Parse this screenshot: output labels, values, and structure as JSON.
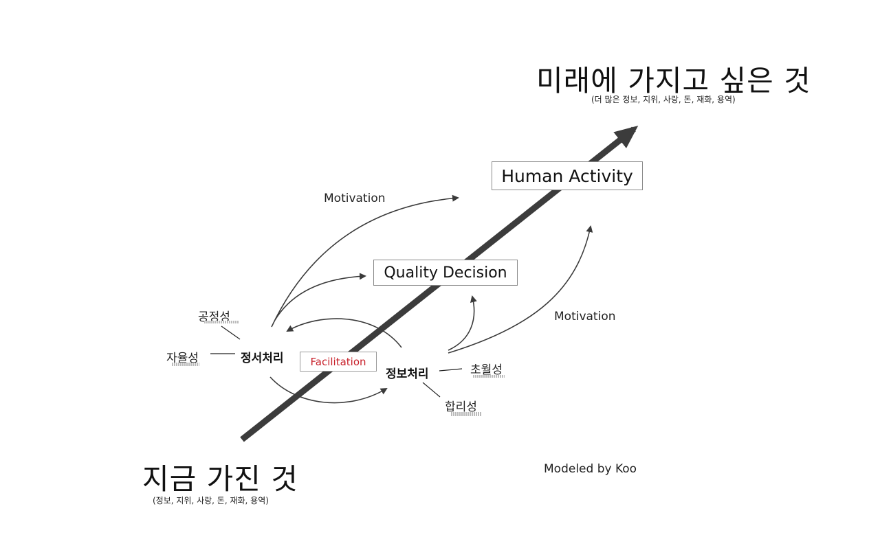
{
  "goal": {
    "title": "미래에 가지고 싶은 것",
    "subtitle": "(더 많은 정보, 지위, 사랑, 돈, 재화, 용역)"
  },
  "current": {
    "title": "지금 가진 것",
    "subtitle": "(정보, 지위, 사랑, 돈, 재화, 용역)"
  },
  "boxes": {
    "human_activity": "Human Activity",
    "quality_decision": "Quality Decision",
    "facilitation": "Facilitation"
  },
  "labels": {
    "motivation_top": "Motivation",
    "motivation_right": "Motivation",
    "credit": "Modeled by Koo"
  },
  "emotion": {
    "center": "정서처리",
    "fairness": "공정성",
    "autonomy": "자율성"
  },
  "information": {
    "center": "정보처리",
    "transcendence": "초월성",
    "rationality": "합리성"
  },
  "colors": {
    "main_arrow": "#3c3c3c",
    "facilitation_text": "#c8202a",
    "box_border": "#888888"
  }
}
